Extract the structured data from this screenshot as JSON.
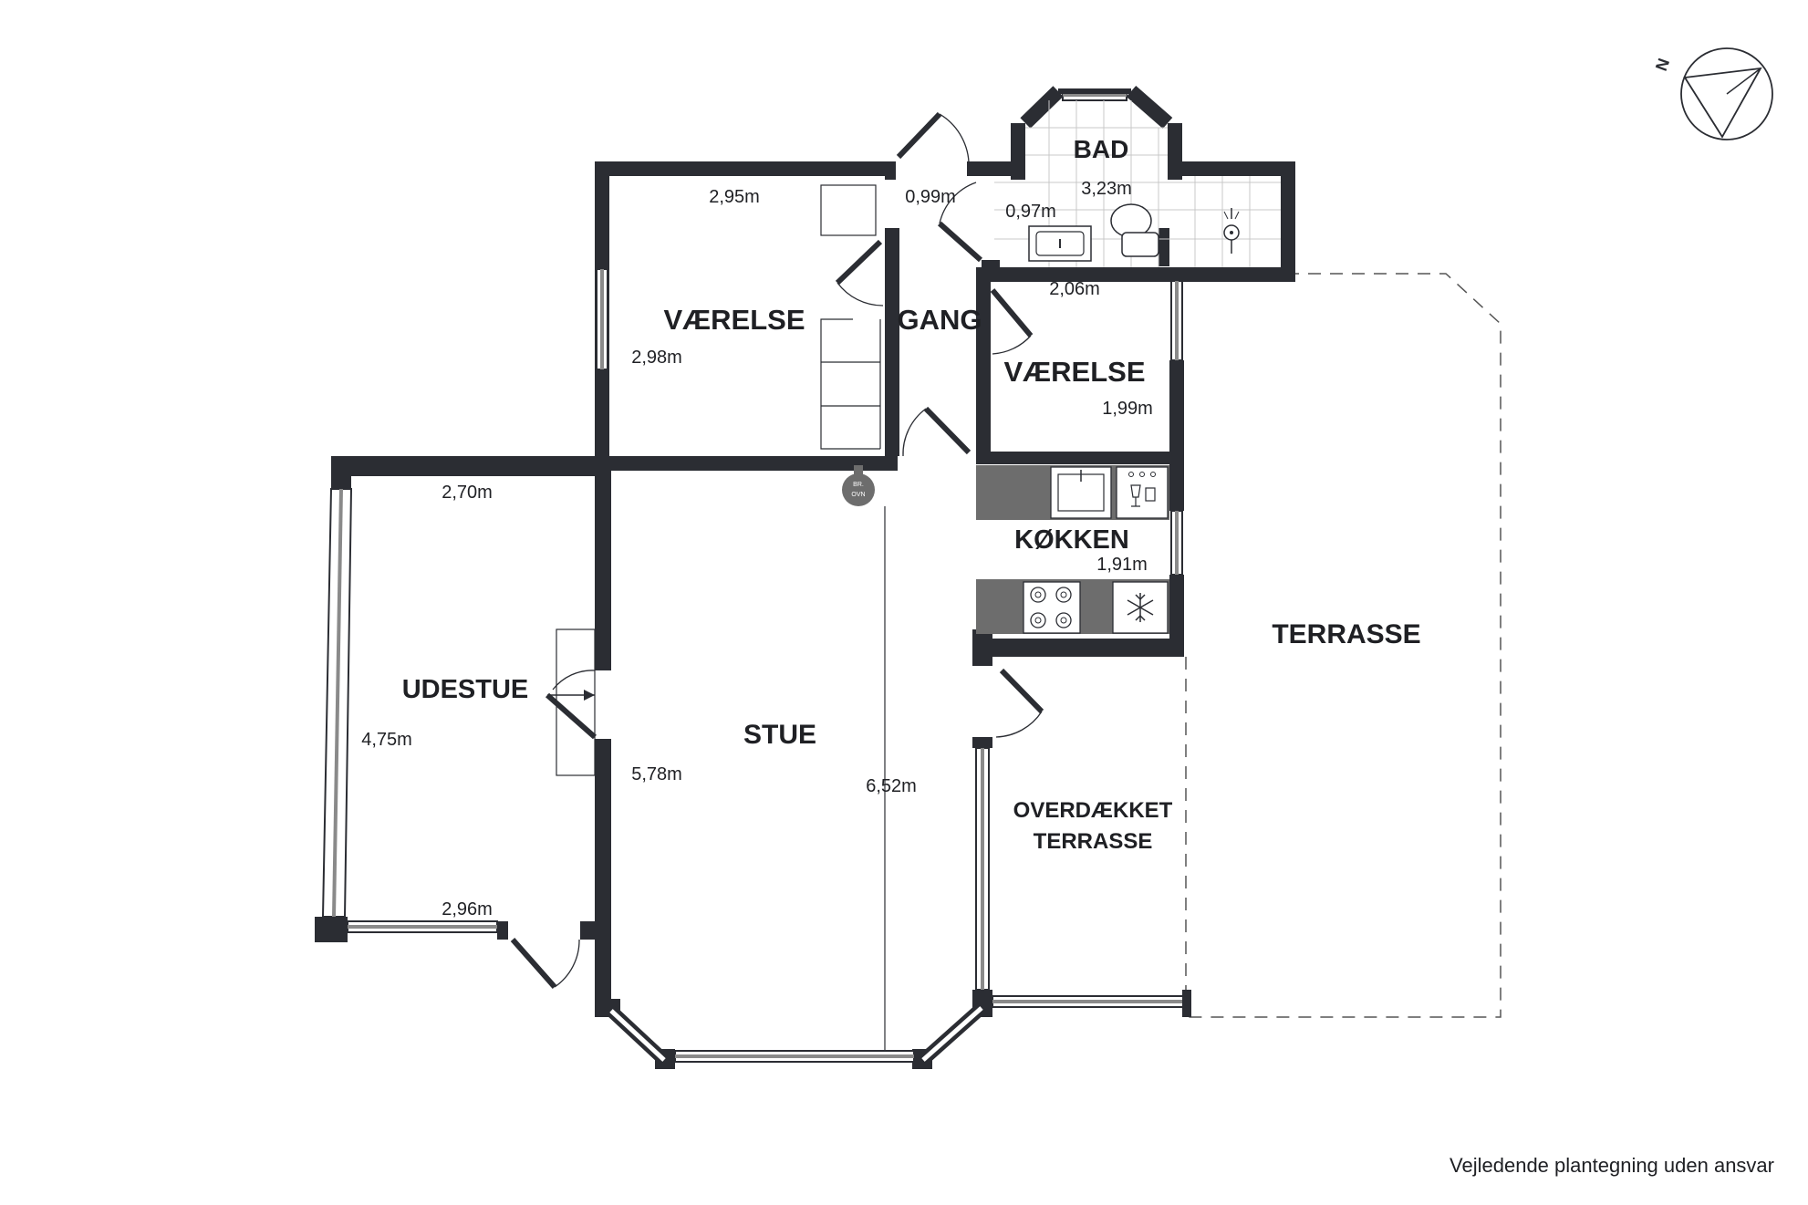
{
  "rooms": {
    "vaerelse_1": "VÆRELSE",
    "gang": "GANG",
    "bad": "BAD",
    "vaerelse_2": "VÆRELSE",
    "koekken": "KØKKEN",
    "udestue": "UDESTUE",
    "stue": "STUE",
    "overdaekket_1": "OVERDÆKKET",
    "overdaekket_2": "TERRASSE",
    "terrasse": "TERRASSE"
  },
  "dimensions": {
    "vaerelse_1_width": "2,95m",
    "vaerelse_1_depth": "2,98m",
    "gang_width": "0,99m",
    "bad_width": "3,23m",
    "bad_depth": "0,97m",
    "vaerelse_2_width": "2,06m",
    "vaerelse_2_depth": "1,99m",
    "koekken_depth": "1,91m",
    "udestue_width_top": "2,70m",
    "udestue_depth": "4,75m",
    "udestue_width_bottom": "2,96m",
    "stue_width": "5,78m",
    "stue_depth": "6,52m"
  },
  "fixtures": {
    "stove_label_1": "BR.",
    "stove_label_2": "OVN"
  },
  "compass": {
    "north_label": "N",
    "icon": "compass-icon"
  },
  "footer": {
    "disclaimer": "Vejledende plantegning uden ansvar"
  }
}
